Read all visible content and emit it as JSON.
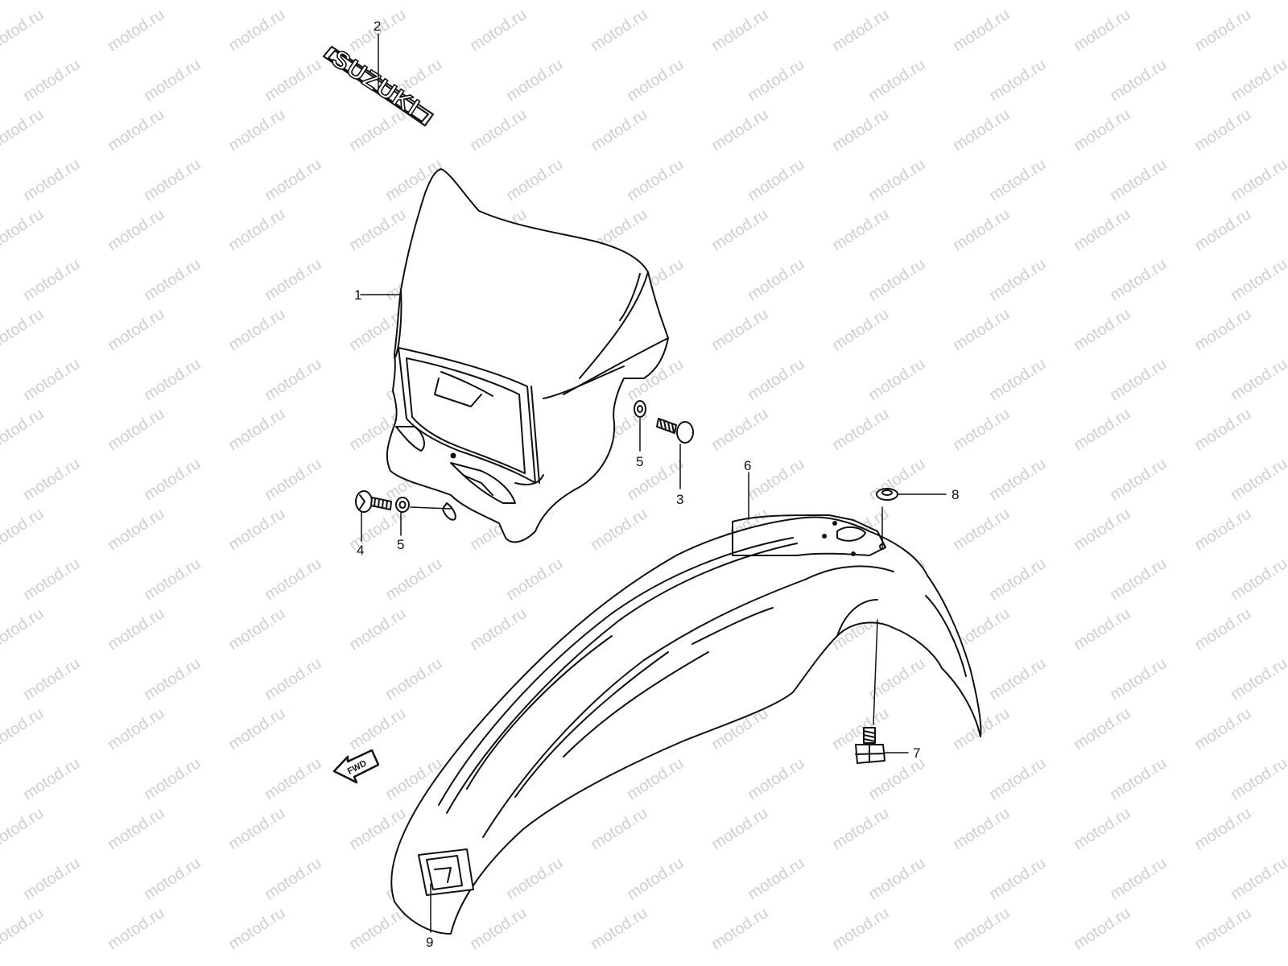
{
  "watermark": {
    "text": "motod.ru",
    "color": "#cfcfcf"
  },
  "colors": {
    "line": "#111111",
    "background": "#ffffff"
  },
  "parts": {
    "headlight_cover": {
      "number": "1"
    },
    "emblem": {
      "number": "2",
      "text": "SUZUKI"
    },
    "screw_right": {
      "number": "3"
    },
    "screw_left": {
      "number": "4"
    },
    "washer_right": {
      "number": "5"
    },
    "washer_left": {
      "number": "5"
    },
    "front_fender": {
      "number": "6"
    },
    "fender_bolt": {
      "number": "7"
    },
    "nut": {
      "number": "8"
    },
    "fender_emblem": {
      "number": "9"
    }
  },
  "fwd_arrow": {
    "text": "FWD"
  }
}
